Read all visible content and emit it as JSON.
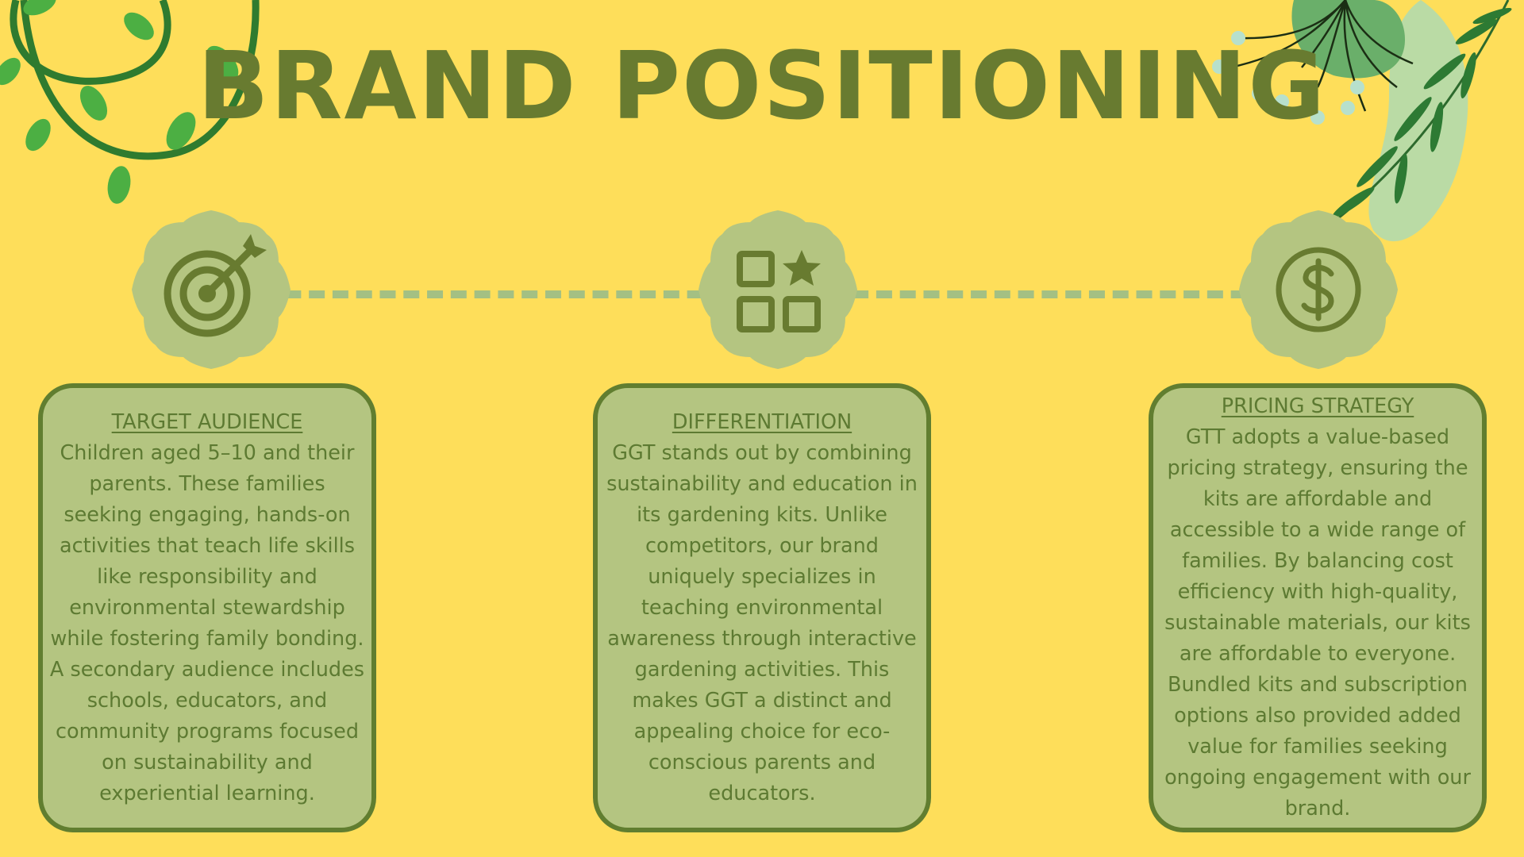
{
  "slide": {
    "title": "BRAND POSITIONING"
  },
  "icons": {
    "target": "target-arrow-icon",
    "differentiation": "grid-star-icon",
    "pricing": "dollar-icon"
  },
  "colors": {
    "background": "#FEDE5A",
    "title": "#687B30",
    "card_fill": "#B4C581",
    "card_border": "#617E30",
    "badge_fill": "#B4C581",
    "icon": "#687B30",
    "connector": "#A4C083"
  },
  "cards": [
    {
      "heading": "TARGET AUDIENCE",
      "body": "Children aged 5–10 and their parents. These families seeking engaging, hands-on activities that teach life skills like responsibility and environmental stewardship while fostering family bonding. A secondary audience includes schools, educators, and community programs focused on sustainability and experiential learning."
    },
    {
      "heading": "DIFFERENTIATION",
      "body": "GGT stands out by combining sustainability and education in its gardening kits. Unlike competitors, our brand uniquely specializes in teaching environmental awareness through interactive gardening activities. This makes GGT a distinct and appealing choice for eco-conscious parents and educators."
    },
    {
      "heading": "PRICING STRATEGY",
      "body": "GTT adopts a value-based pricing strategy, ensuring the kits are affordable and accessible to a wide range of families. By balancing cost efficiency with high-quality, sustainable materials, our kits are affordable to everyone. Bundled kits and subscription options also provided added value for families seeking ongoing engagement with our brand."
    }
  ]
}
